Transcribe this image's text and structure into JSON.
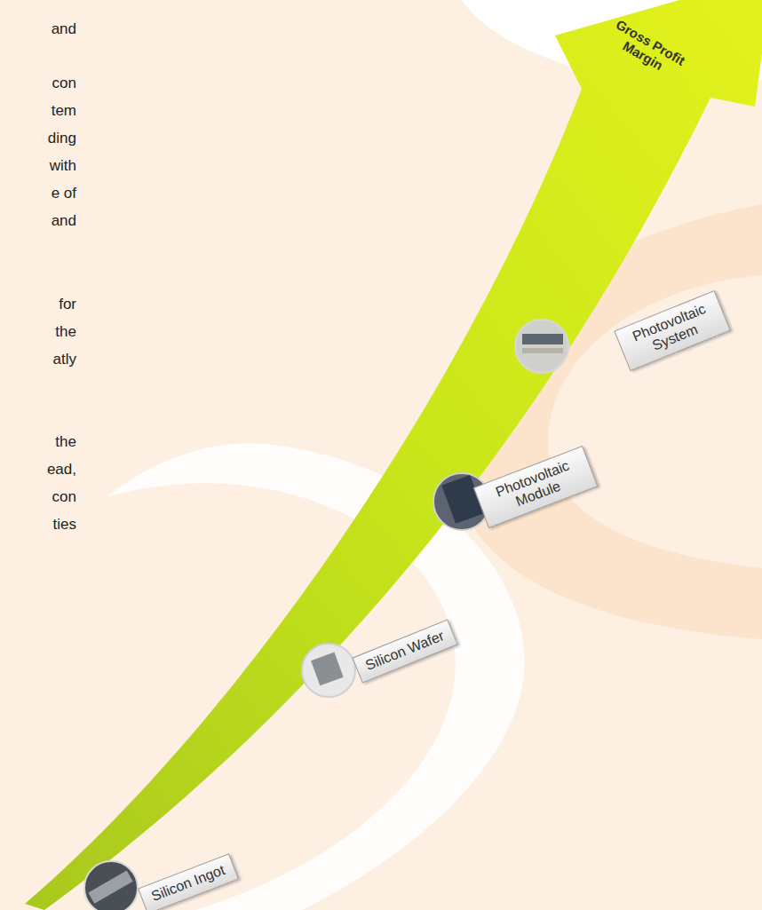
{
  "diagram": {
    "nodes": [
      {
        "text": [
          "Silicon Ingot"
        ]
      },
      {
        "text": [
          "Silicon Wafer"
        ]
      },
      {
        "text": [
          "Photovoltaic Module"
        ]
      },
      {
        "text": [
          "Photovoltaic System"
        ]
      }
    ],
    "labels": [
      "and",
      "con",
      "tem",
      "ding",
      "with",
      "e of",
      "and",
      "for",
      "the",
      "atly",
      "the",
      "ead,",
      "con",
      "ties",
      "Gross Profit Margin"
    ]
  }
}
